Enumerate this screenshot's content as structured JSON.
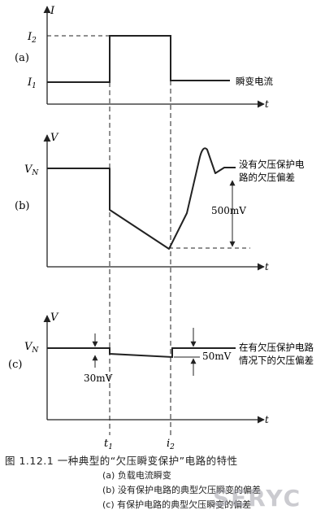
{
  "panel_a": {
    "label": "(a)",
    "y_axis": "I",
    "x_axis": "t",
    "level_high": "I",
    "level_high_sub": "2",
    "level_low": "I",
    "level_low_sub": "1",
    "curve_label": "瞬变电流"
  },
  "panel_b": {
    "label": "(b)",
    "y_axis": "V",
    "x_axis": "t",
    "nominal": "V",
    "nominal_sub": "N",
    "note_line1": "没有欠压保护电",
    "note_line2": "路的欠压偏差",
    "deviation": "500mV"
  },
  "panel_c": {
    "label": "(c)",
    "y_axis": "V",
    "x_axis": "t",
    "nominal": "V",
    "nominal_sub": "N",
    "note_line1": "在有欠压保护电路",
    "note_line2": "情况下的欠压偏差",
    "step_small": "30mV",
    "step_large": "50mV"
  },
  "time_marks": {
    "t1": "t",
    "t1_sub": "1",
    "t2": "i",
    "t2_sub": "2"
  },
  "caption": {
    "title": "图 1.12.1 一种典型的“欠压瞬变保护”电路的特性",
    "items": [
      "(a) 负载电流瞬变",
      "(b) 没有保护电路的典型欠压瞬变的偏差",
      "(c) 有保护电路的典型欠压瞬变的偏差"
    ]
  },
  "watermark": "SERYC"
}
